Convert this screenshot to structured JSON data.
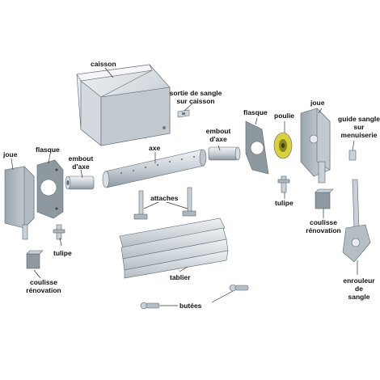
{
  "colors": {
    "metal_light": "#e4e8ec",
    "metal_mid": "#c9d0d6",
    "metal_dark": "#9aa5ae",
    "outline": "#5a6670",
    "accent_yellow": "#d8d040",
    "label": "#111111"
  },
  "labels": {
    "caisson": "caisson",
    "sortie_line1": "sortie de sangle",
    "sortie_line2": "sur caisson",
    "joue_left": "joue",
    "flasque_left": "flasque",
    "embout_left_line1": "embout",
    "embout_left_line2": "d'axe",
    "axe": "axe",
    "embout_right_line1": "embout",
    "embout_right_line2": "d'axe",
    "flasque_right": "flasque",
    "poulie": "poulie",
    "joue_right": "joue",
    "guide_line1": "guide sangle",
    "guide_line2": "sur",
    "guide_line3": "menuiserie",
    "attaches": "attaches",
    "tulipe_left": "tulipe",
    "tulipe_right": "tulipe",
    "coulisse_left_line1": "coulisse",
    "coulisse_left_line2": "rénovation",
    "coulisse_right_line1": "coulisse",
    "coulisse_right_line2": "rénovation",
    "tablier": "tablier",
    "butees": "butées",
    "enrouleur_line1": "enrouleur",
    "enrouleur_line2": "de",
    "enrouleur_line3": "sangle"
  }
}
